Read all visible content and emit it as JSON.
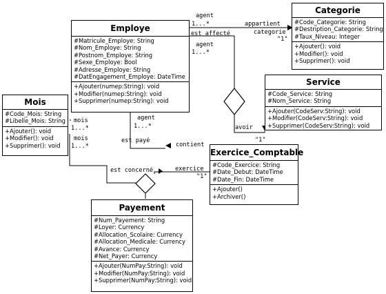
{
  "classes": {
    "employe": {
      "name": "Employe",
      "attributes": [
        "#Matricule_Employe: String",
        "#Nom_Employe: String",
        "#Postnom_Employe: String",
        "#Sexe_Employe: Bool",
        "#Adresse_Employe: String",
        "#DatEngagement_Employe: DateTime"
      ],
      "operations": [
        "+Ajouter(numep:String): void",
        "+Modifier(numep:String): void",
        "+Supprimer(numep:String): void"
      ]
    },
    "categorie": {
      "name": "Categorie",
      "attributes": [
        "#Code_Categorie: String",
        "#Destription_Categorie: String",
        "#Taux_Niveau: Integer"
      ],
      "operations": [
        "+Ajouter(): void",
        "+Modifier(): void",
        "+Supprimer(): void"
      ]
    },
    "service": {
      "name": "Service",
      "attributes": [
        "#Code_Service: String",
        "#Nom_Service: String"
      ],
      "operations": [
        "+Ajouter(CodeServ:String): void",
        "+Modifier(CodeServ:String): void",
        "+Supprimer(CodeServ:String): void"
      ]
    },
    "mois": {
      "name": "Mois",
      "attributes": [
        "#Code_Mois: String",
        "#Libelle_Mois: String"
      ],
      "operations": [
        "+Ajouter(): void",
        "+Modifier(): void",
        "+Supprimer(): void"
      ]
    },
    "exercice": {
      "name": "Exercice_Comptable",
      "attributes": [
        "#Code_Exercice: String",
        "#Date_Debut: DateTime",
        "#Date_Fin: DateTime"
      ],
      "operations": [
        "+Ajouter()",
        "+Archiver()"
      ]
    },
    "payement": {
      "name": "Payement",
      "attributes": [
        "#Num_Payement: String",
        "#Loyer: Currency",
        "#Allocation_Scolaire: Currency",
        "#Allocation_Medicale: Currency",
        "#Avance: Currency",
        "#Net_Payer: Currency"
      ],
      "operations": [
        "+Ajouter(NumPay:String): void",
        "+Modifier(NumPay:String): void",
        "+Supprimer(NumPay:String): void"
      ]
    }
  },
  "labels": {
    "agent_top": "agent",
    "mult_agent_top": "1...*",
    "appartient": "appartient",
    "categorie_role": "categorie",
    "mult_categorie": "\"1\"",
    "est_affecte": "est affecté",
    "agent_mid": "agent",
    "mult_agent_mid": "1...*",
    "avoir": "avoir",
    "mult_avoir": "\"1\"",
    "mois_role1": "mois",
    "mult_mois1": "1...*",
    "mois_role2": "mois",
    "mult_mois2": "1...*",
    "agent_low": "agent",
    "mult_agent_low": "1...*",
    "est_paye": "est payé",
    "contient": "contient",
    "est_concerne": "est concerné",
    "exercice_role": "exercice",
    "mult_exercice": "\"1\""
  }
}
